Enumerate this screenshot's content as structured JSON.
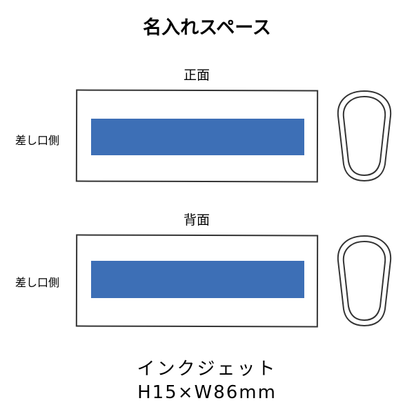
{
  "title": "名入れスペース",
  "accent_color": "#3d6fb6",
  "views": [
    {
      "label": "正面",
      "side_label": "差し口側"
    },
    {
      "label": "背面",
      "side_label": "差し口側"
    }
  ],
  "footer": {
    "method": "インクジェット",
    "size": "H15×W86mm"
  }
}
